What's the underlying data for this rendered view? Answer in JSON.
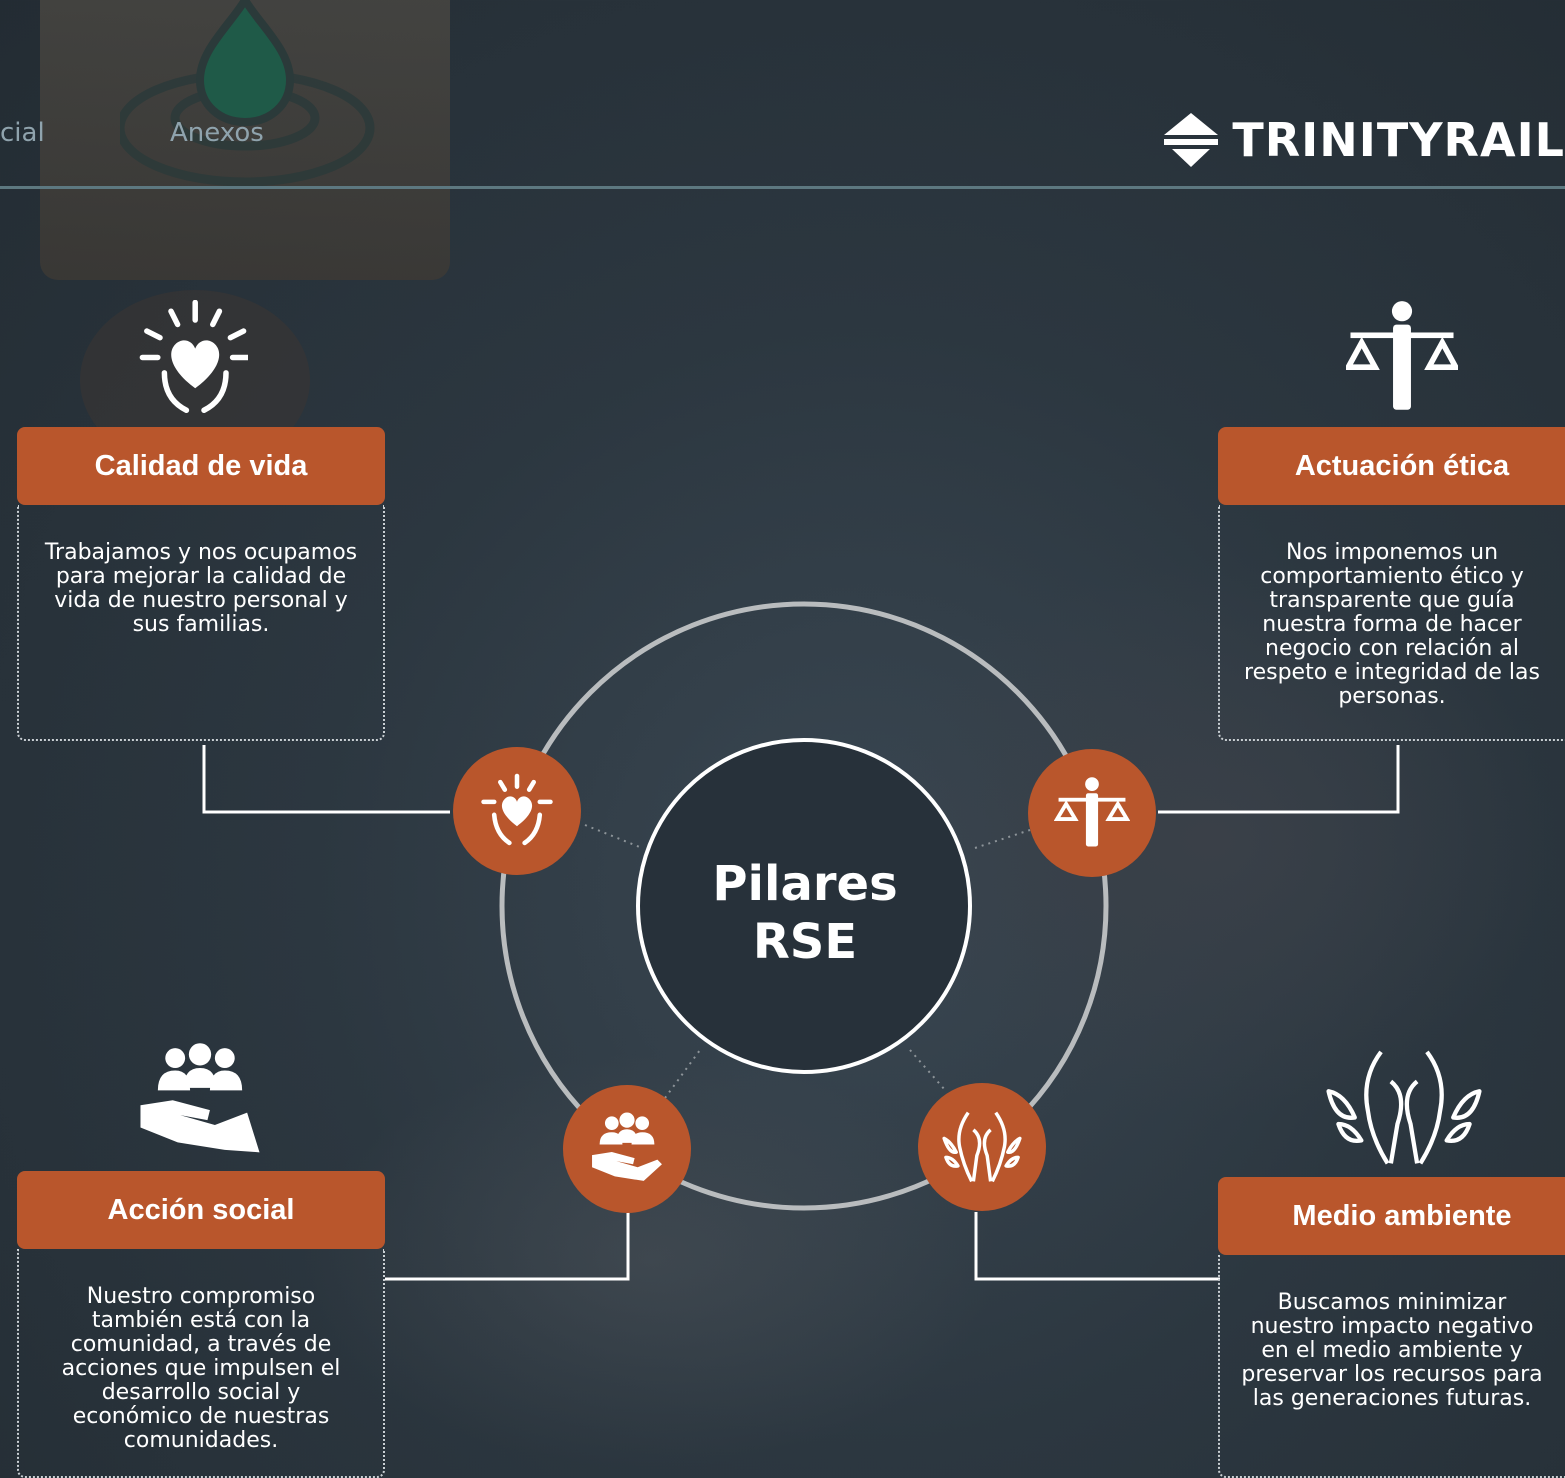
{
  "nav": {
    "prev_partial": "cial",
    "annexes": "Anexos"
  },
  "logo": {
    "text": "TRINITYRAIL"
  },
  "center": {
    "line1": "Pilares",
    "line2": "RSE"
  },
  "pillars": [
    {
      "title": "Calidad de vida",
      "icon": "heart-hands-icon",
      "body": "Trabajamos y nos ocupamos para mejorar la calidad de vida de nuestro personal y sus familias."
    },
    {
      "title": "Actuación ética",
      "icon": "person-scales-icon",
      "body": "Nos imponemos un comportamiento ético y transparente que guía nuestra forma de hacer negocio con relación al respeto e integridad de las personas."
    },
    {
      "title": "Acción social",
      "icon": "community-hand-icon",
      "body": "Nuestro compromiso también está con la comunidad, a través de acciones que impulsen el desarrollo social y económico de nuestras comunidades."
    },
    {
      "title": "Medio ambiente",
      "icon": "hands-leaves-icon",
      "body": "Buscamos minimizar nuestro impacto negativo en el medio ambiente y preservar los recursos para las generaciones futuras."
    }
  ],
  "colors": {
    "accent": "#b9562c",
    "rule": "#5d7880",
    "nav_text": "#8fa3ad"
  }
}
